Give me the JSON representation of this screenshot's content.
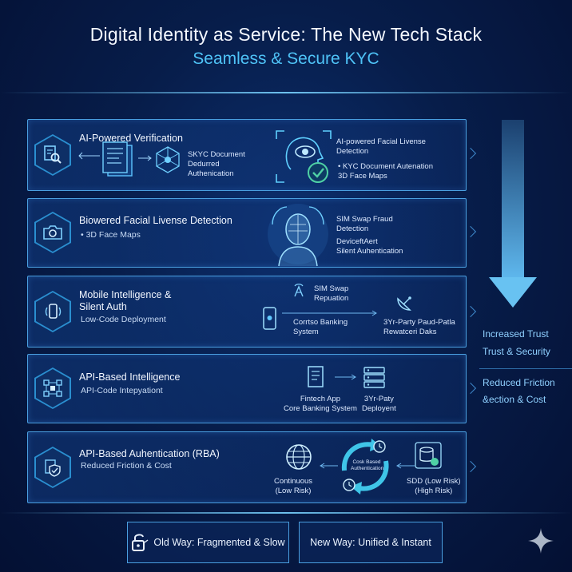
{
  "header": {
    "title": "Digital Identity as Service: The New Tech Stack",
    "subtitle": "Seamless & Secure KYC"
  },
  "rows": [
    {
      "title": "AI-Powered Verification",
      "icon": "document-search-icon",
      "middle": [
        "SKYC Document",
        "Dedurred",
        "Authenication"
      ],
      "right_title": [
        "AI-powered Facial Livense",
        "Detection"
      ],
      "right_bullets": [
        "• KYC Document Autenation",
        "3D Face Maps"
      ],
      "right_icon": "face-scan-check-icon"
    },
    {
      "title": "Biowered Facial Livense Detection",
      "sub": "• 3D Face Maps",
      "icon": "camera-icon",
      "right_text": [
        "SIM Swap Fraud",
        "Detection",
        "DeviceftAert",
        "Silent Auhentication"
      ],
      "right_icon": "biometric-head-icon"
    },
    {
      "title": "Mobile Intelligence & Silent Auth",
      "title_lines": [
        "Mobile Intelligence &",
        "Silent Auth"
      ],
      "sub": "Low-Code Deployment",
      "icon": "phone-signal-icon",
      "top_label": [
        "SIM Swap",
        "Repuation"
      ],
      "left_label": [
        "Corrtso Banking",
        "System"
      ],
      "right_label": [
        "3Yr-Party Paud-Patla",
        "Rewatceri Daks"
      ]
    },
    {
      "title": "API-Based Intelligence",
      "sub": "API-Code Intepyationt",
      "icon": "network-nodes-icon",
      "left_label": [
        "Fintech App",
        "Core Banking System"
      ],
      "right_label": [
        "3Yr-Paty",
        "Deployent"
      ]
    },
    {
      "title": "API-Based Auhentication (RBA)",
      "sub": "Reduced Friction & Cost",
      "icon": "shield-check-icon",
      "left_label": [
        "Continuous",
        "(Low Risk)"
      ],
      "center_label": [
        "Cosk Based",
        "Authentication"
      ],
      "right_label": [
        "SDD (Low Risk)",
        "(High Risk)"
      ]
    }
  ],
  "side": {
    "trust_1": "Increased Trust",
    "trust_2": "Trust & Security",
    "friction_1": "Reduced Friction",
    "friction_2": "&ection & Cost"
  },
  "bottom": {
    "old": "Old Way: Fragmented & Slow",
    "new": "New Way: Unified & Instant"
  },
  "colors": {
    "accent": "#4fc3f7",
    "border": "#4a9fe0",
    "check": "#4fd1a5"
  }
}
